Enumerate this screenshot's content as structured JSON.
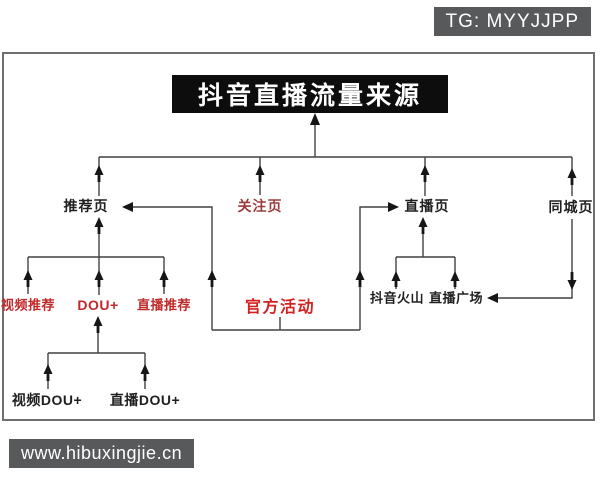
{
  "page": {
    "tg_badge": "TG: MYYJJPP",
    "website_badge": "www.hibuxingjie.cn"
  },
  "diagram": {
    "title": "抖音直播流量来源",
    "nodes": {
      "tuijianye": "推荐页",
      "guanzhuye": "关注页",
      "zhiboye": "直播页",
      "tongchengye": "同城页",
      "shipin_tuijian": "视频推荐",
      "dou_plus": "DOU+",
      "zhibo_tuijian": "直播推荐",
      "guanfang_huodong": "官方活动",
      "douyin_huoshan": "抖音火山",
      "zhibo_guangchang": "直播广场",
      "shipin_dou_plus": "视频DOU+",
      "zhibo_dou_plus": "直播DOU+"
    },
    "edges": [
      {
        "from": "推荐页",
        "to": "抖音直播流量来源"
      },
      {
        "from": "关注页",
        "to": "抖音直播流量来源"
      },
      {
        "from": "直播页",
        "to": "抖音直播流量来源"
      },
      {
        "from": "同城页",
        "to": "抖音直播流量来源"
      },
      {
        "from": "视频推荐",
        "to": "推荐页"
      },
      {
        "from": "DOU+",
        "to": "推荐页"
      },
      {
        "from": "直播推荐",
        "to": "推荐页"
      },
      {
        "from": "官方活动",
        "to": "推荐页"
      },
      {
        "from": "官方活动",
        "to": "直播页"
      },
      {
        "from": "抖音火山",
        "to": "直播页"
      },
      {
        "from": "直播广场",
        "to": "直播页"
      },
      {
        "from": "同城页",
        "to": "直播广场"
      },
      {
        "from": "视频DOU+",
        "to": "DOU+"
      },
      {
        "from": "直播DOU+",
        "to": "DOU+"
      }
    ],
    "colors": {
      "title_bg": "#0d0d0d",
      "title_text": "#ffffff",
      "red_label": "#c02a2a",
      "dark_red_label": "#9b3b3b",
      "bright_red_label": "#d42222",
      "black_label": "#1f1f1f",
      "line": "#414141",
      "badge_bg": "#58595b",
      "badge_text": "#ffffff",
      "frame_border": "#6f6f6f"
    }
  }
}
